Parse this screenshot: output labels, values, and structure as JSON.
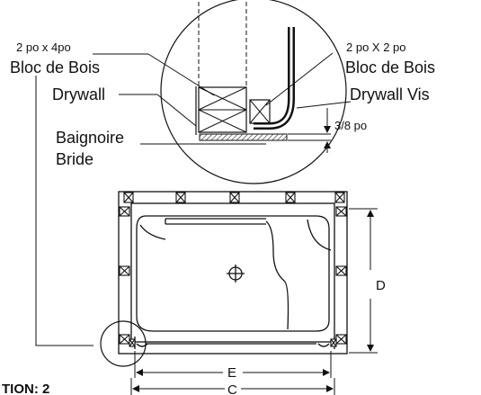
{
  "labels": {
    "wood_block_small_size": "2 po x 4po",
    "wood_block_small_name": "Bloc de Bois",
    "wood_block_large_size": "2 po X 2 po",
    "wood_block_large_name": "Bloc de Bois",
    "drywall_left": "Drywall",
    "drywall_screw": "Drywall Vis",
    "gap": "3/8 po",
    "tub_line1": "Baignoire",
    "tub_line2": "Bride"
  },
  "dimensions": {
    "depth": "D",
    "inner_width": "E",
    "outer_width": "C"
  },
  "section": "TION: 2",
  "colors": {
    "ink": "#111111",
    "hatch": "#222222",
    "background": "#ffffff"
  }
}
